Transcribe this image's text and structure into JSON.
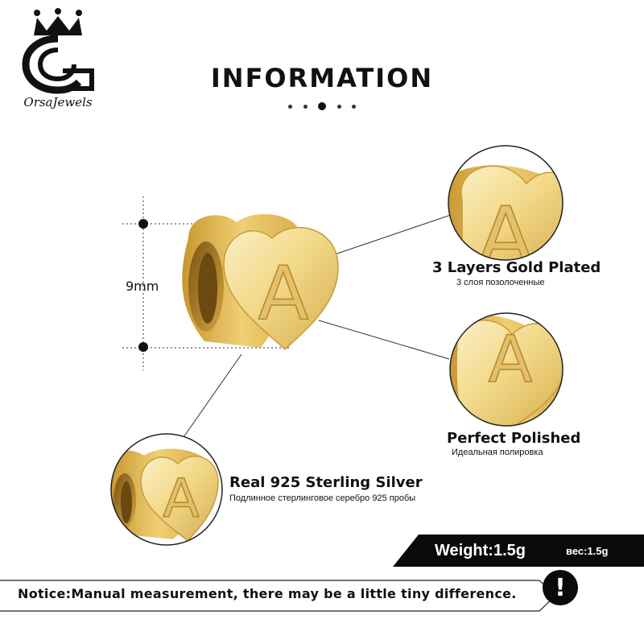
{
  "brand": {
    "name": "OrsaJewels"
  },
  "header": {
    "title": "INFORMATION"
  },
  "product": {
    "letter": "A",
    "dimension_label": "9mm"
  },
  "features": [
    {
      "title": "3 Layers  Gold  Plated",
      "subtitle": "3 слоя позолоченные"
    },
    {
      "title": "Perfect  Polished",
      "subtitle": "Идеальная полировка"
    },
    {
      "title": "Real 925  Sterling  Silver",
      "subtitle": "Подлинное стерлинговое серебро 925 пробы"
    }
  ],
  "weight": {
    "label": "Weight:1.5g",
    "label_ru": "вес:1.5g"
  },
  "notice": {
    "text": "Notice:Manual measurement, there may be a little tiny difference.",
    "icon_glyph": "!"
  },
  "colors": {
    "gold_light": "#f7e7a8",
    "gold_mid": "#e3c067",
    "gold_dark": "#b98a2b",
    "banner": "#0a0a0a"
  }
}
